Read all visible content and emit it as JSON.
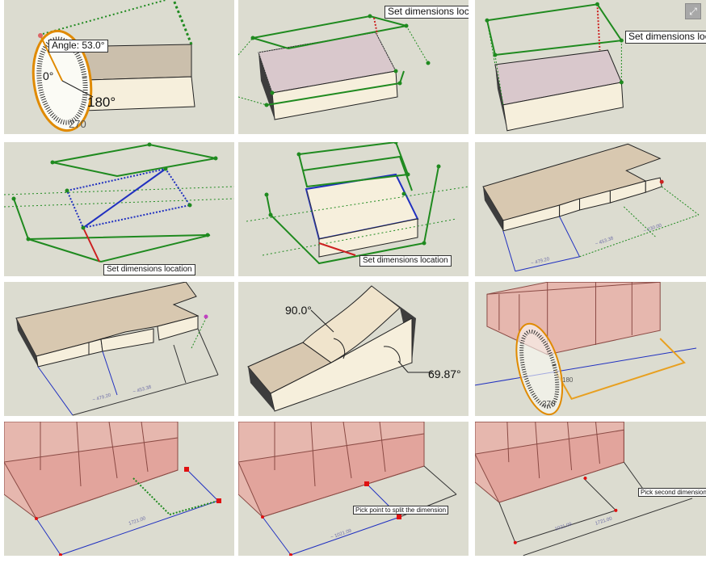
{
  "panels": {
    "p1": {
      "tooltip": "Angle: 53.0°",
      "angle_0": "0°",
      "angle_180": "180°",
      "angle_270": "270"
    },
    "p2": {
      "tooltip": "Set dimensions location"
    },
    "p3": {
      "tooltip": "Set dimensions location"
    },
    "p4": {
      "tooltip": "Set dimensions location"
    },
    "p5": {
      "tooltip": "Set dimensions location"
    },
    "p6": {
      "dim_a": "~ 479.20",
      "dim_b": "~ 453.38",
      "dim_c": "~ 230.00"
    },
    "p7": {
      "dim_a": "~ 479.20",
      "dim_b": "~ 453.38"
    },
    "p8": {
      "angle_a": "90.0°",
      "angle_b": "69.87°"
    },
    "p9": {
      "angle_180": "180",
      "angle_270": "270"
    },
    "p10": {
      "dim_a": "1721.00"
    },
    "p11": {
      "tooltip": "Pick point to split the dimension",
      "dim_a": "~ 1021.09"
    },
    "p12": {
      "tooltip": "Pick second dimension",
      "dim_a": "1021.09",
      "dim_b": "1721.00"
    }
  },
  "expand_icon": "⤢"
}
